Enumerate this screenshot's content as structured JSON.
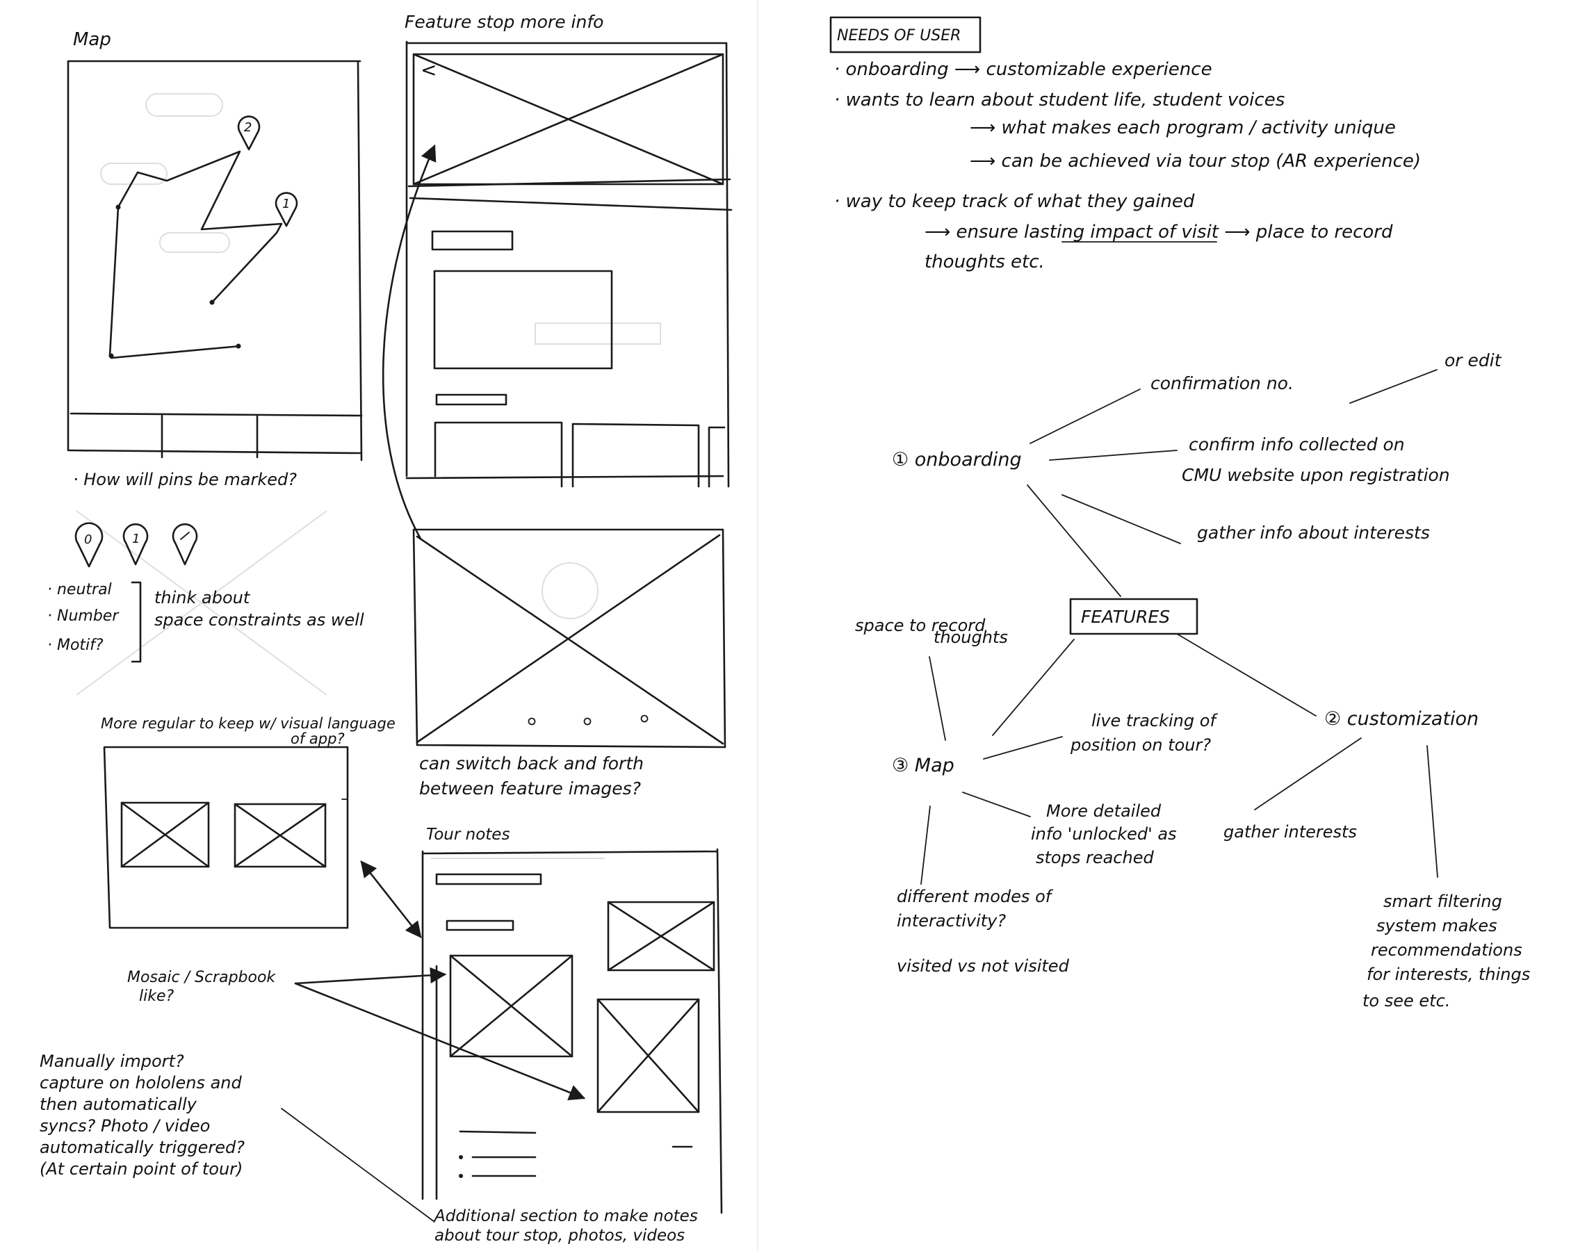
{
  "left_page": {
    "map_sketch": {
      "title": "Map",
      "pins": [
        "2",
        "1"
      ]
    },
    "pins_note": {
      "question": "· How will pins be marked?",
      "pin_labels": [
        "0",
        "1",
        ""
      ],
      "options": [
        "· neutral",
        "· Number",
        "· Motif?"
      ],
      "bracket_note": [
        "think about",
        "space constraints as well"
      ]
    },
    "more_regular": [
      "More regular to keep w/ visual language",
      "of app?"
    ],
    "mosaic": [
      "Mosaic / Scrapbook",
      "like?"
    ],
    "import_note": [
      "Manually import?",
      "capture on hololens and",
      "then automatically",
      "syncs? Photo / video",
      "automatically triggered?",
      "(At certain point of tour)"
    ],
    "feature_stop": {
      "title": "Feature stop more info",
      "back_glyph": "<"
    },
    "switch_note": [
      "can switch back and forth",
      "between feature images?"
    ],
    "tour_notes": {
      "title": "Tour notes"
    },
    "additional_note": [
      "Additional section to make notes",
      "about tour stop, photos, videos"
    ]
  },
  "right_page": {
    "needs_title": "NEEDS OF USER",
    "needs": [
      "· onboarding  ⟶  customizable experience",
      "· wants to learn about student life, student voices",
      "⟶  what makes each program / activity unique",
      "⟶  can be achieved via tour stop (AR experience)",
      "· way to keep track of what they gained",
      "⟶  ensure lasting impact of visit  ⟶  place to record",
      "thoughts etc."
    ],
    "onboarding": {
      "label": "① onboarding",
      "confirmation": "confirmation no.",
      "or_edit": "or edit",
      "confirm_info": [
        "confirm info collected on",
        "CMU website upon registration"
      ],
      "gather_info": "gather info about interests"
    },
    "features": "FEATURES",
    "space_record": [
      "space to record",
      "thoughts"
    ],
    "map_node": {
      "label": "③ Map",
      "live_tracking": [
        "live tracking of",
        "position on tour?"
      ],
      "more_detailed": [
        "More detailed",
        "info 'unlocked' as",
        "stops reached"
      ],
      "different_modes": [
        "different modes of",
        "interactivity?"
      ],
      "visited": "visited vs not visited"
    },
    "customization": {
      "label": "② customization",
      "gather_interests": "gather interests",
      "smart_filtering": [
        "smart filtering",
        "system makes",
        "recommendations",
        "for interests, things",
        "to see etc."
      ]
    }
  }
}
